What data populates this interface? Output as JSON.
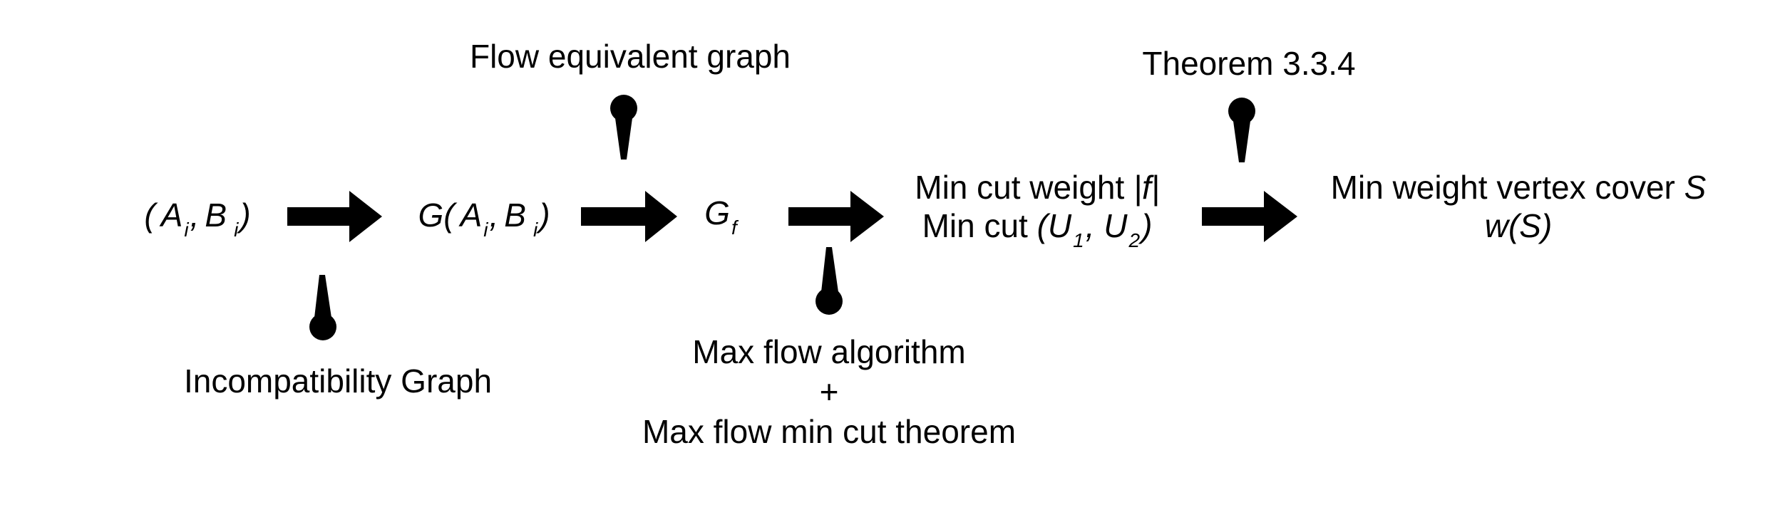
{
  "nodes": {
    "pair": {
      "open": "(",
      "a": "A",
      "a_sub": "i",
      "comma": ",",
      "b": "B",
      "b_sub": "i",
      "close": ")"
    },
    "graph": {
      "prefix": "G(",
      "a": "A",
      "a_sub": "i",
      "comma": ",",
      "b": "B",
      "b_sub": "i",
      "close": ")"
    },
    "flow_graph": {
      "letter": "G",
      "sub": "f"
    },
    "min_cut": {
      "line1_text": "Min cut weight",
      "line1_value": "|f|",
      "line2_text": "Min cut",
      "line2_open": "(U",
      "line2_sub1": "1",
      "line2_comma": ", U",
      "line2_sub2": "2",
      "line2_close": ")"
    },
    "vertex_cover": {
      "line1_text": "Min weight vertex cover",
      "line1_var": "S",
      "line2": "w(S)"
    }
  },
  "captions": {
    "incompatibility": "Incompatibility Graph",
    "flow_equivalent": "Flow equivalent graph",
    "max_flow": {
      "line1": "Max flow algorithm",
      "line2": "+",
      "line3": "Max flow min cut theorem"
    },
    "theorem": "Theorem 3.3.4"
  },
  "colors": {
    "ink": "#000000",
    "background": "#ffffff"
  }
}
